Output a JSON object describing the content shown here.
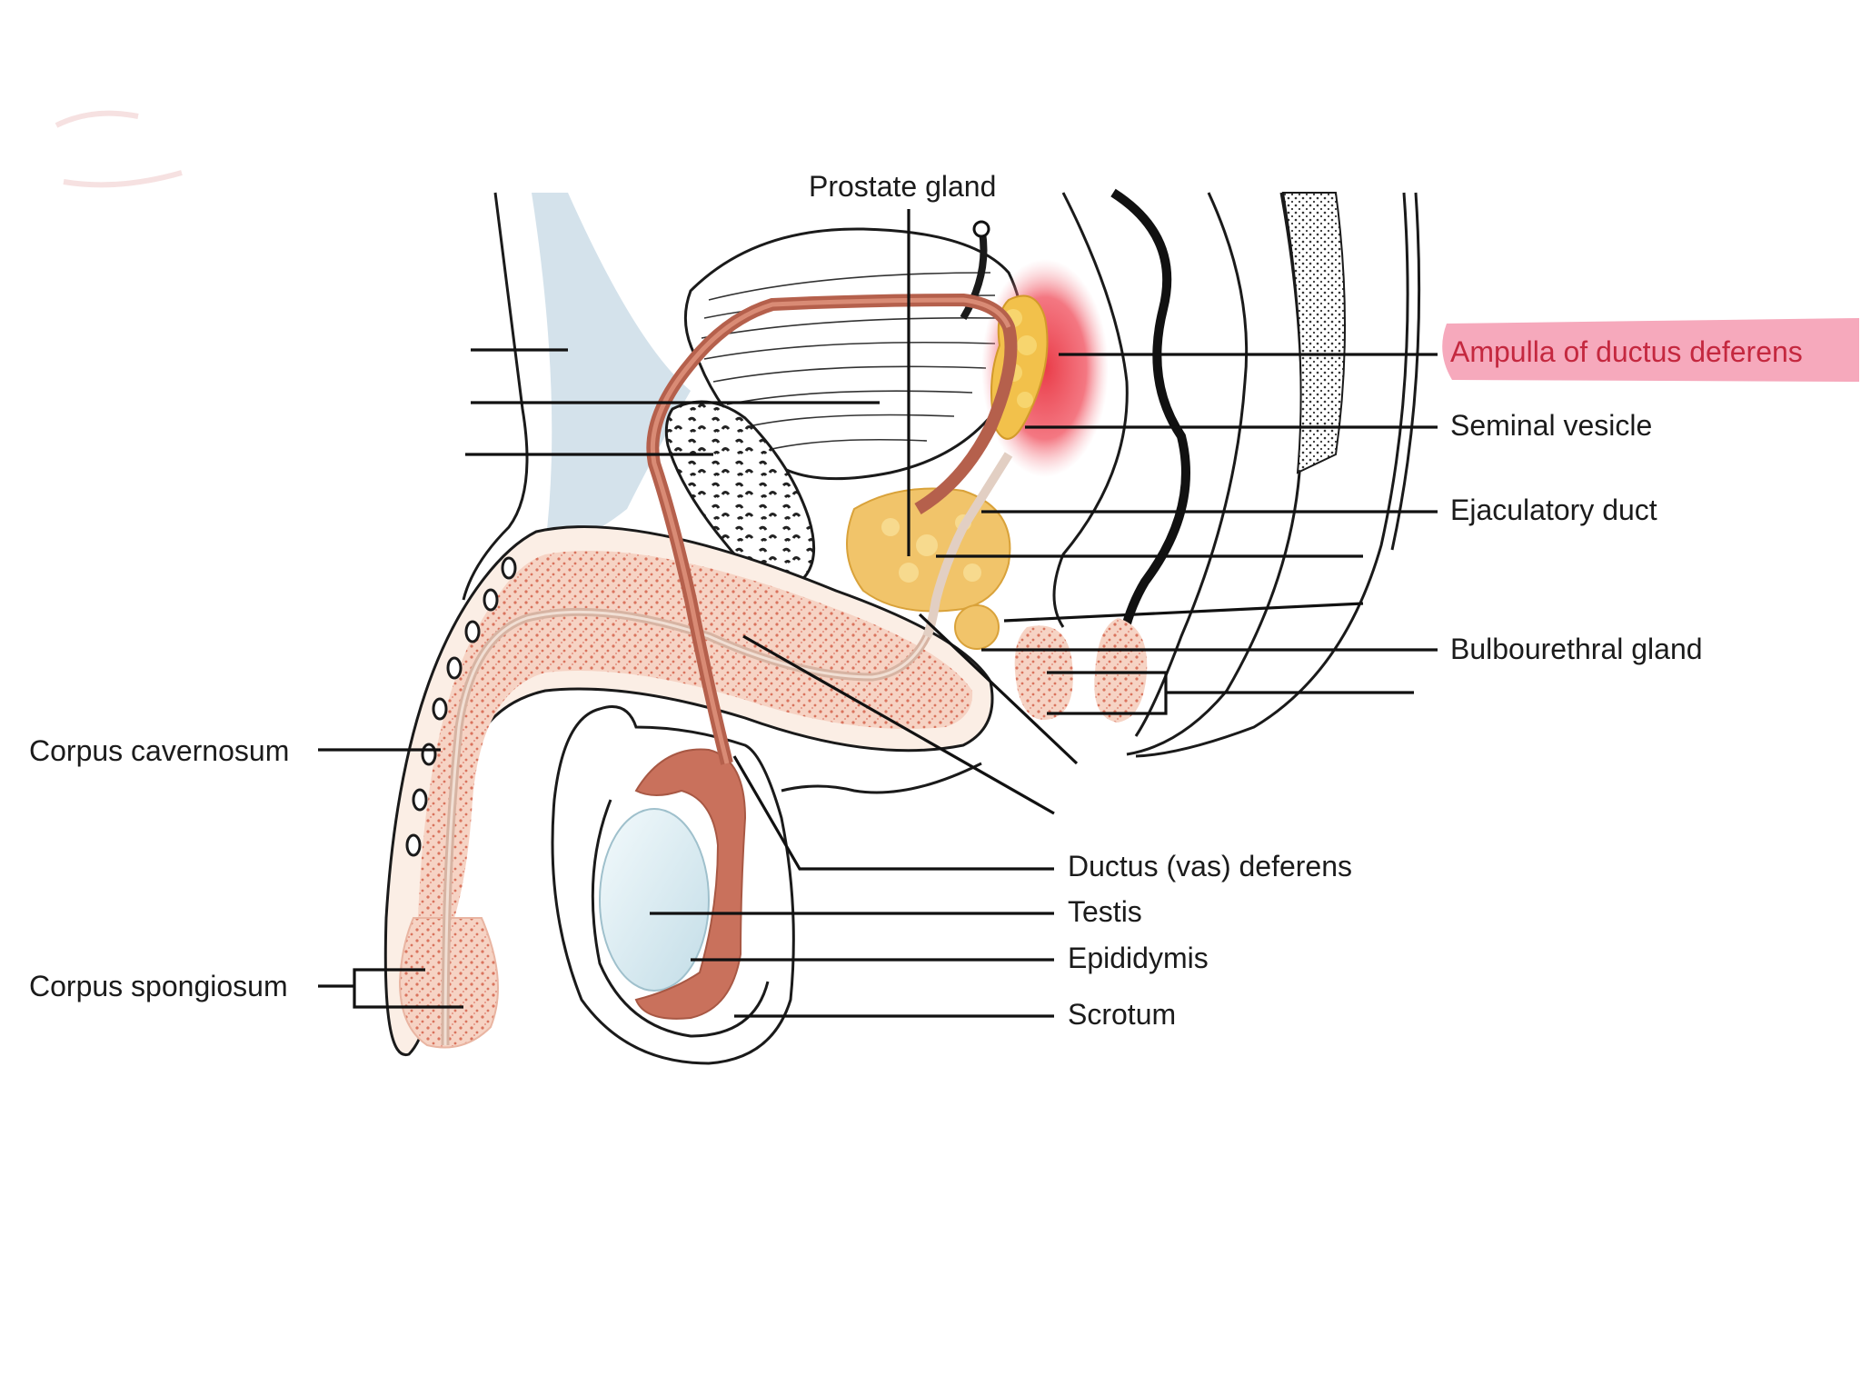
{
  "labels": {
    "prostate_gland": "Prostate gland",
    "ampulla": "Ampulla of ductus deferens",
    "seminal_vesicle": "Seminal vesicle",
    "ejaculatory_duct": "Ejaculatory duct",
    "bulbourethral_gland": "Bulbourethral gland",
    "corpus_cavernosum": "Corpus cavernosum",
    "corpus_spongiosum": "Corpus spongiosum",
    "ductus_deferens": "Ductus (vas) deferens",
    "testis": "Testis",
    "epididymis": "Epididymis",
    "scrotum": "Scrotum"
  },
  "colors": {
    "highlight": "#f59ab0",
    "highlight_text": "#c4283f",
    "label_text": "#1b1b1b",
    "leader_line": "#111111",
    "erectile_tissue": "#f4c8b6",
    "vas_deferens": "#c2715c",
    "seminal_vesicle": "#f2c14b",
    "testis": "#dfeef3",
    "epididymis": "#c9715c",
    "bladder_muscle": "#ffffff",
    "ligament": "#cfdfe9",
    "ampulla_glow": "#ee3b4b"
  }
}
